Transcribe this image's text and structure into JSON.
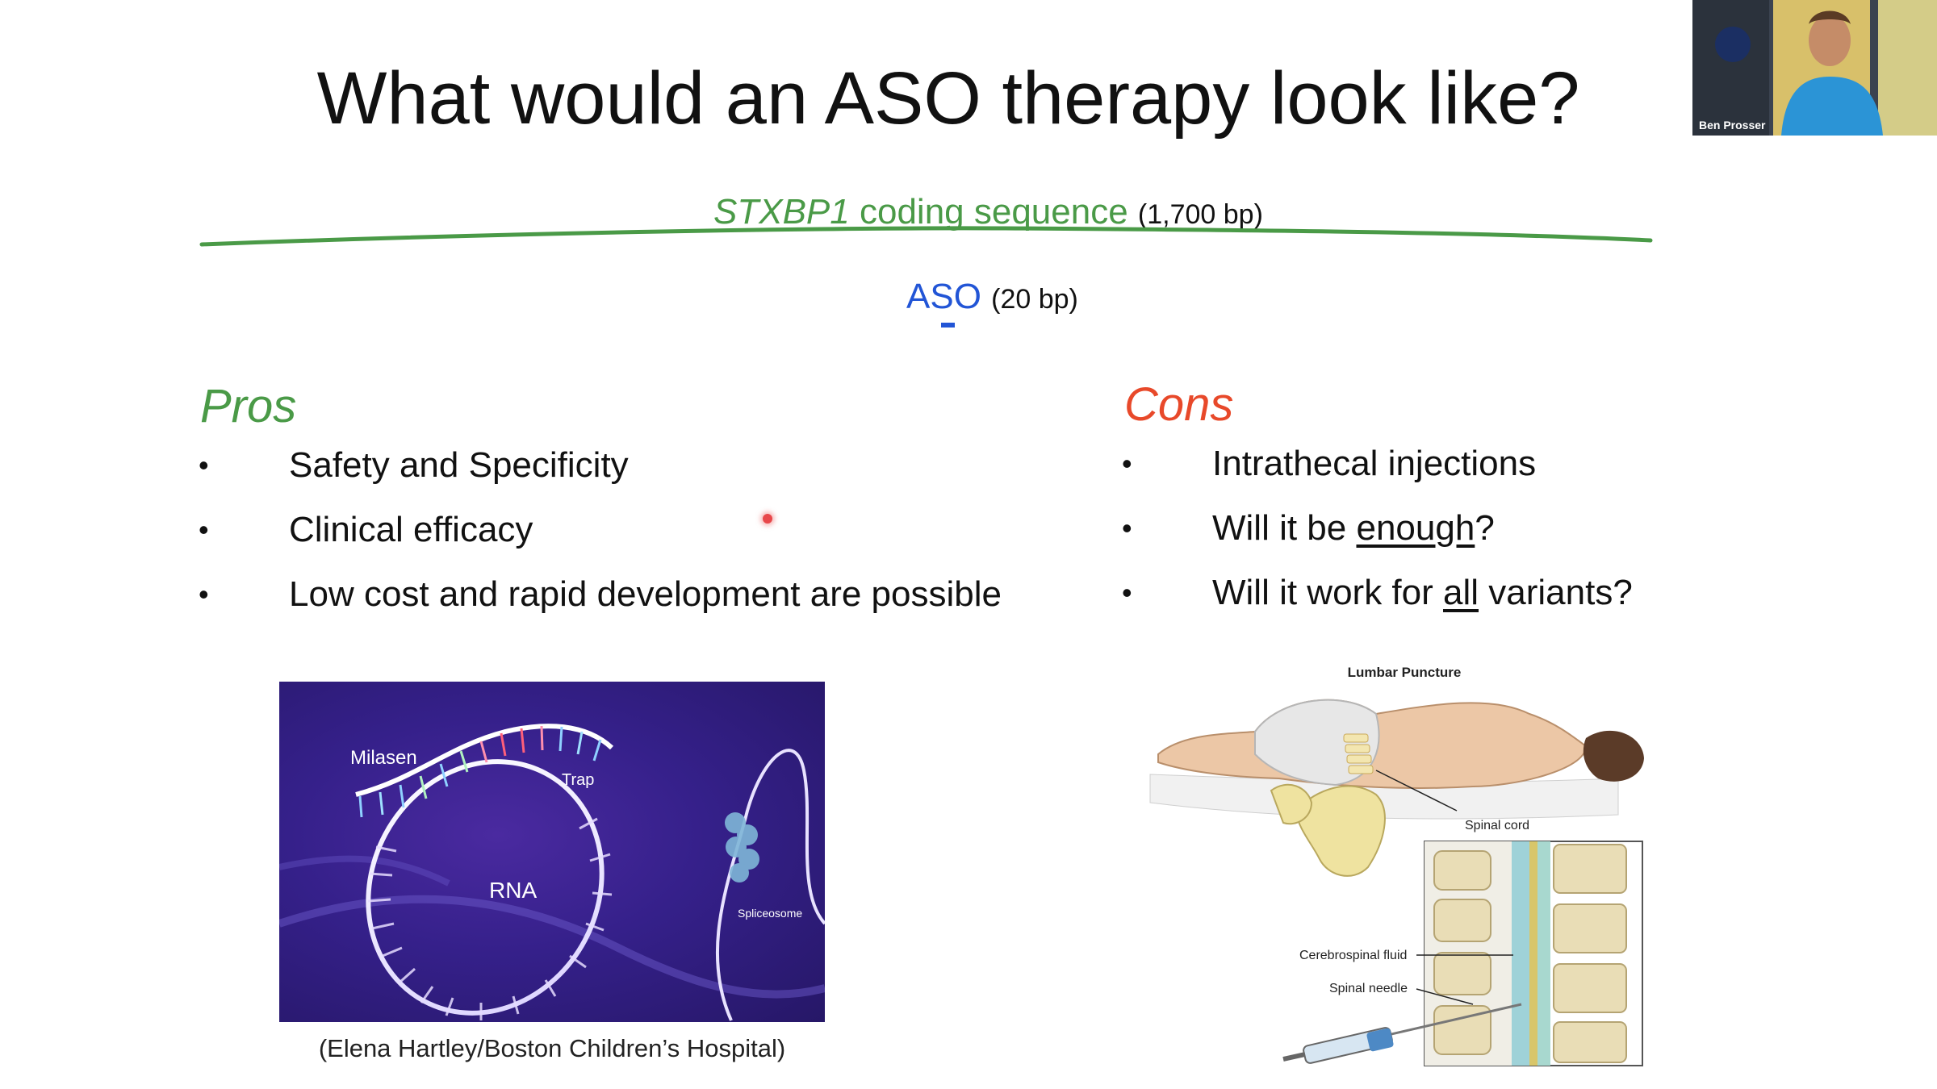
{
  "slide": {
    "title": "What would an ASO therapy look like?",
    "sequence": {
      "gene": "STXBP1",
      "label": " coding sequence",
      "length": "(1,700 bp)"
    },
    "aso": {
      "label": "ASO",
      "length": "(20 bp)"
    },
    "pros": {
      "heading": "Pros",
      "items": [
        "Safety and Specificity",
        "Clinical efficacy",
        "Low cost and rapid development are possible"
      ]
    },
    "cons": {
      "heading": "Cons",
      "items": [
        {
          "before": "Intrathecal injections",
          "underlined": "",
          "after": ""
        },
        {
          "before": "Will it be ",
          "underlined": "enough",
          "after": "?"
        },
        {
          "before": "Will it work for ",
          "underlined": "all",
          "after": " variants?"
        }
      ]
    },
    "bullet": "•",
    "rna_figure": {
      "labels": {
        "milasen": "Milasen",
        "trap": "Trap",
        "rna": "RNA",
        "spliceosome": "Spliceosome"
      },
      "credit": "(Elena Hartley/Boston Children’s Hospital)"
    },
    "lumbar_figure": {
      "title": "Lumbar Puncture",
      "labels": {
        "spinal_cord": "Spinal cord",
        "csf": "Cerebrospinal fluid",
        "needle": "Spinal needle"
      }
    }
  },
  "webcam": {
    "name": "Ben Prosser"
  },
  "colors": {
    "green": "#4a9a47",
    "blue": "#2255d6",
    "red": "#e8492a",
    "rna_bg": "#35208a"
  }
}
